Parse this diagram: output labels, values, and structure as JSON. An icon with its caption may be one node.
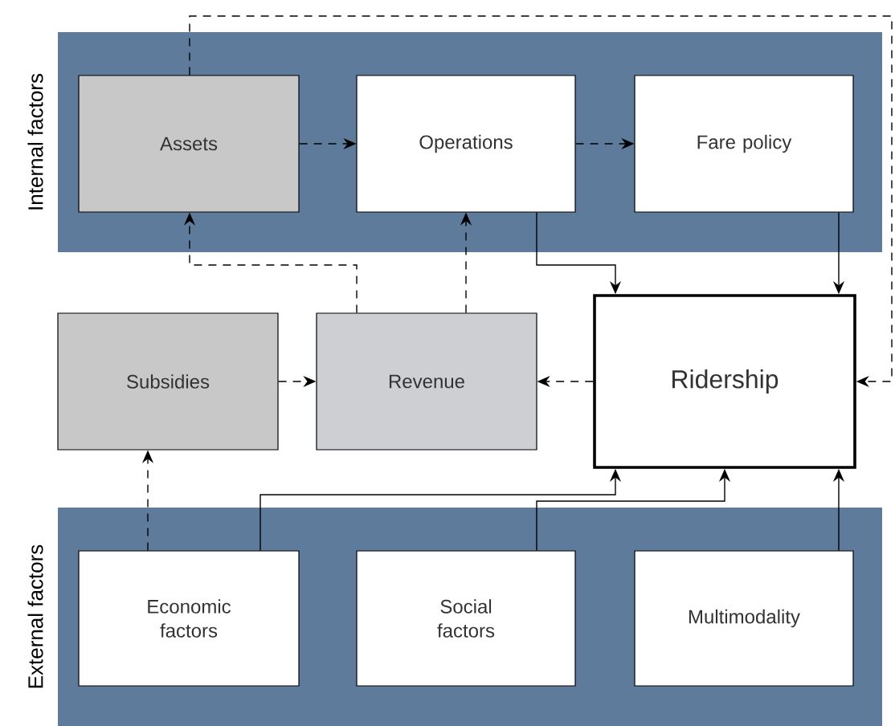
{
  "diagram": {
    "nodes": [
      {
        "text": [
          "Internal factors"
        ]
      },
      {
        "text": [
          "Assets"
        ],
        "in": 0
      },
      {
        "text": [
          "Operations"
        ],
        "in": 0
      },
      {
        "text": [
          "Fare policy"
        ],
        "in": 0
      },
      {
        "text": [
          "Subsidies"
        ]
      },
      {
        "text": [
          "Revenue"
        ]
      },
      {
        "text": [
          "Ridership"
        ]
      },
      {
        "text": [
          "External factors"
        ]
      },
      {
        "text": [
          "Economic factors"
        ],
        "in": 7
      },
      {
        "text": [
          "Social factors"
        ],
        "in": 7
      },
      {
        "text": [
          "Multimodality"
        ],
        "in": 7
      }
    ],
    "edges": [
      {
        "from": 1,
        "to": 2,
        "arrow": "to",
        "style": "dashed"
      },
      {
        "from": 2,
        "to": 3,
        "arrow": "to",
        "style": "dashed"
      },
      {
        "from": 2,
        "to": 6,
        "arrow": "to"
      },
      {
        "from": 3,
        "to": 6,
        "arrow": "to"
      },
      {
        "from": 6,
        "to": 5,
        "arrow": "to",
        "style": "dashed"
      },
      {
        "from": 4,
        "to": 5,
        "arrow": "to",
        "style": "dashed"
      },
      {
        "from": 5,
        "to": 1,
        "arrow": "to",
        "style": "dashed"
      },
      {
        "from": 5,
        "to": 2,
        "arrow": "to",
        "style": "dashed"
      },
      {
        "from": 8,
        "to": 4,
        "arrow": "to",
        "style": "dashed"
      },
      {
        "from": 8,
        "to": 6,
        "arrow": "to"
      },
      {
        "from": 9,
        "to": 6,
        "arrow": "to"
      },
      {
        "from": 10,
        "to": 6,
        "arrow": "to"
      },
      {
        "from": 1,
        "to": 6,
        "arrow": "to",
        "style": "dashed"
      }
    ]
  }
}
